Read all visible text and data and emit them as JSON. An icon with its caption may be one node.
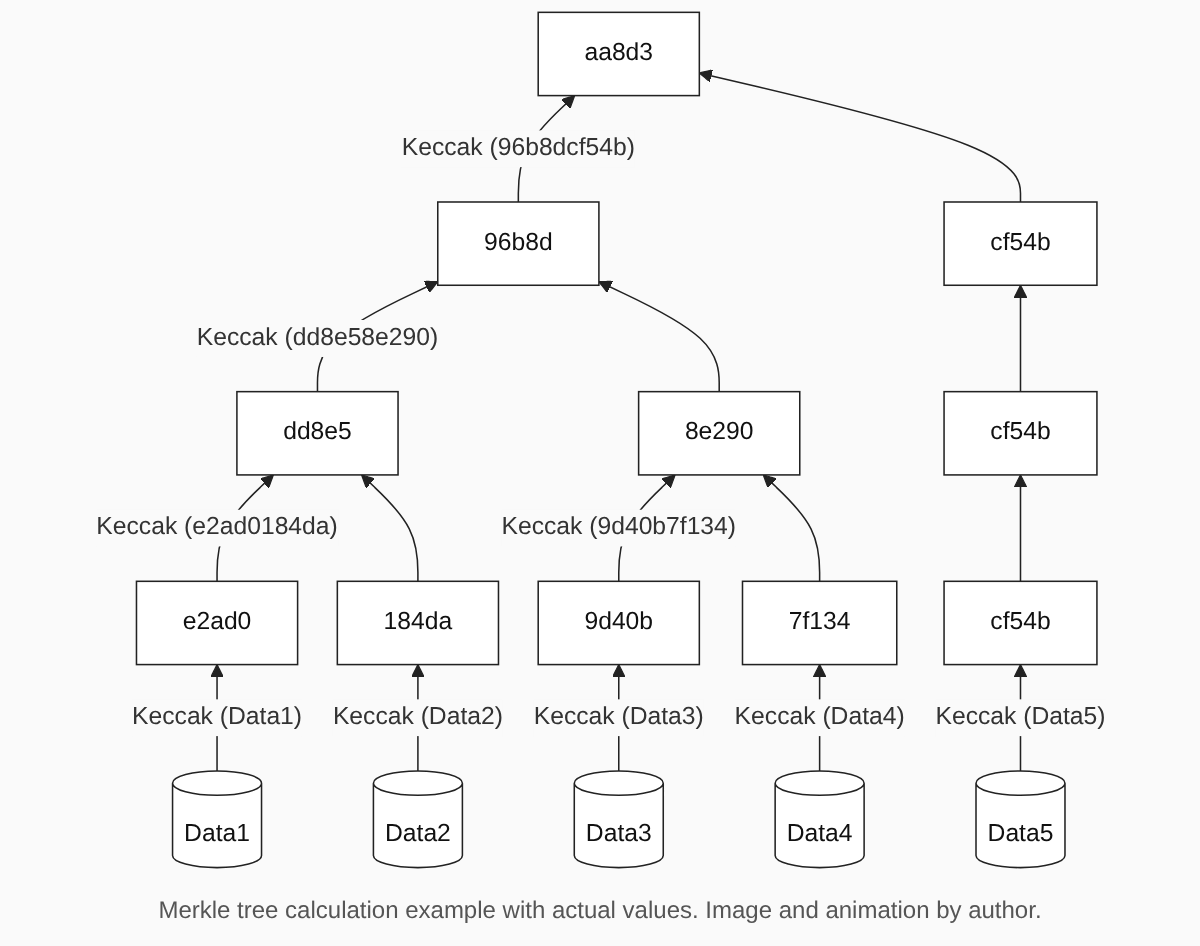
{
  "diagram": {
    "caption": "Merkle tree calculation example with actual values. Image and animation by author.",
    "nodes": [
      {
        "text": [
          "aa8d3"
        ]
      },
      {
        "text": [
          "96b8d"
        ]
      },
      {
        "text": [
          "cf54b"
        ]
      },
      {
        "text": [
          "dd8e5"
        ]
      },
      {
        "text": [
          "8e290"
        ]
      },
      {
        "text": [
          "cf54b"
        ]
      },
      {
        "text": [
          "e2ad0"
        ]
      },
      {
        "text": [
          "184da"
        ]
      },
      {
        "text": [
          "9d40b"
        ]
      },
      {
        "text": [
          "7f134"
        ]
      },
      {
        "text": [
          "cf54b"
        ]
      },
      {
        "text": [
          "Data1"
        ]
      },
      {
        "text": [
          "Data2"
        ]
      },
      {
        "text": [
          "Data3"
        ]
      },
      {
        "text": [
          "Data4"
        ]
      },
      {
        "text": [
          "Data5"
        ]
      }
    ],
    "edges": [
      {
        "from": 1,
        "to": 0,
        "arrow": "to",
        "label": "Keccak (96b8dcf54b)"
      },
      {
        "from": 2,
        "to": 0,
        "arrow": "to"
      },
      {
        "from": 3,
        "to": 1,
        "arrow": "to",
        "label": "Keccak (dd8e58e290)"
      },
      {
        "from": 4,
        "to": 1,
        "arrow": "to"
      },
      {
        "from": 5,
        "to": 2,
        "arrow": "to"
      },
      {
        "from": 6,
        "to": 3,
        "arrow": "to",
        "label": "Keccak (e2ad0184da)"
      },
      {
        "from": 7,
        "to": 3,
        "arrow": "to"
      },
      {
        "from": 8,
        "to": 4,
        "arrow": "to",
        "label": "Keccak (9d40b7f134)"
      },
      {
        "from": 9,
        "to": 4,
        "arrow": "to"
      },
      {
        "from": 10,
        "to": 5,
        "arrow": "to"
      },
      {
        "from": 11,
        "to": 6,
        "arrow": "to",
        "label": "Keccak (Data1)"
      },
      {
        "from": 12,
        "to": 7,
        "arrow": "to",
        "label": "Keccak (Data2)"
      },
      {
        "from": 13,
        "to": 8,
        "arrow": "to",
        "label": "Keccak (Data3)"
      },
      {
        "from": 14,
        "to": 9,
        "arrow": "to",
        "label": "Keccak (Data4)"
      },
      {
        "from": 15,
        "to": 10,
        "arrow": "to",
        "label": "Keccak (Data5)"
      }
    ]
  }
}
